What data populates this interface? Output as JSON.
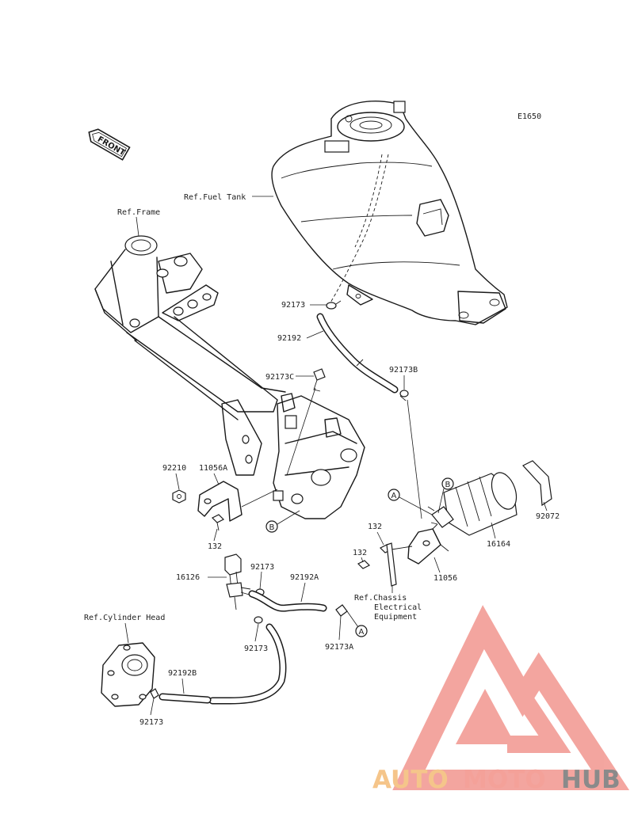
{
  "diagram_code": "E1650",
  "front_marker": "FRONT",
  "refs": {
    "fuel_tank": "Ref.Fuel Tank",
    "frame": "Ref.Frame",
    "cylinder_head": "Ref.Cylinder Head",
    "chassis_line1": "Ref.Chassis",
    "chassis_line2": "Electrical",
    "chassis_line3": "Equipment"
  },
  "parts": {
    "p92173_top": "92173",
    "p92192": "92192",
    "p92173C": "92173C",
    "p92173B": "92173B",
    "p92210": "92210",
    "p11056A": "11056A",
    "p132_left": "132",
    "p16126": "16126",
    "p92173_mid": "92173",
    "p92192A": "92192A",
    "p92173_low": "92173",
    "p92173A": "92173A",
    "p92192B": "92192B",
    "p92173_bottom": "92173",
    "p132_right1": "132",
    "p132_right2": "132",
    "p11056": "11056",
    "p16164": "16164",
    "p92072": "92072"
  },
  "callouts": {
    "A_left": "A",
    "A_right": "A",
    "B_right": "B",
    "B_left": "B"
  },
  "watermark": {
    "part1": "AUTO",
    "part2": "MOTO",
    "part3": "HUB",
    "color_auto": "#f5c58a",
    "color_moto": "#f4a199",
    "color_hub": "#8a8a8a",
    "color_logo": "#f2968f"
  }
}
